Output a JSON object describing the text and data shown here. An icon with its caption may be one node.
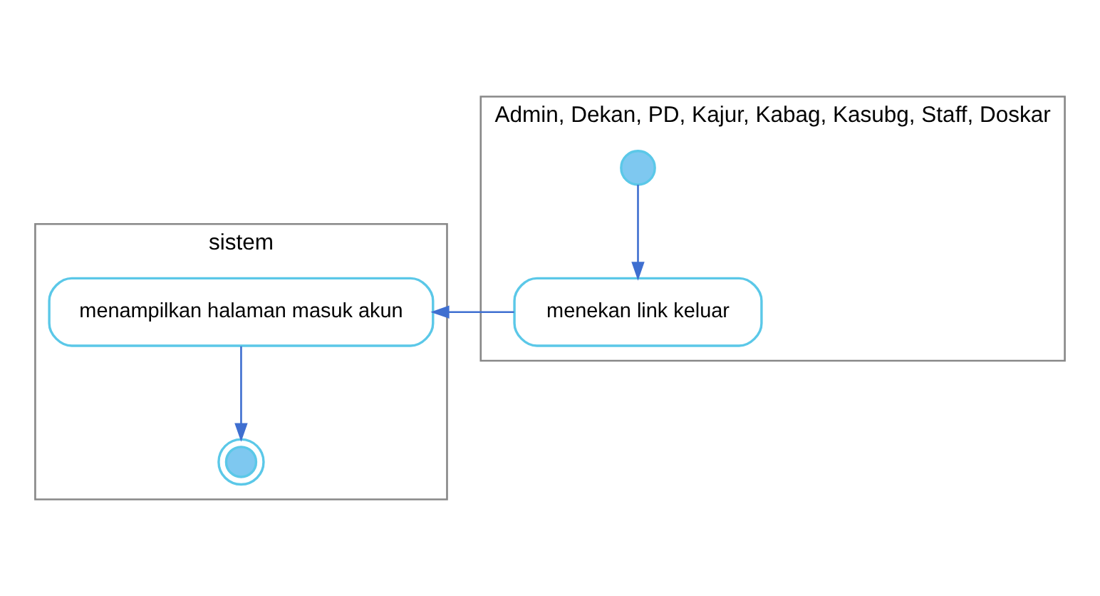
{
  "diagram": {
    "nodes": [
      {
        "text": [
          "sistem"
        ]
      },
      {
        "text": [
          "Admin, Dekan, PD, Kajur, Kabag, Kasubg, Staff, Doskar"
        ]
      },
      {
        "text": [],
        "shape": "circle",
        "in": 1
      },
      {
        "text": [
          "menekan link keluar"
        ],
        "in": 1
      },
      {
        "text": [
          "menampilkan halaman masuk akun"
        ],
        "in": 0
      },
      {
        "text": [],
        "shape": "circle",
        "in": 0
      }
    ],
    "edges": [
      {
        "from": 2,
        "to": 3,
        "arrow": "to"
      },
      {
        "from": 3,
        "to": 4,
        "arrow": "to"
      },
      {
        "from": 4,
        "to": 5,
        "arrow": "to"
      }
    ]
  }
}
